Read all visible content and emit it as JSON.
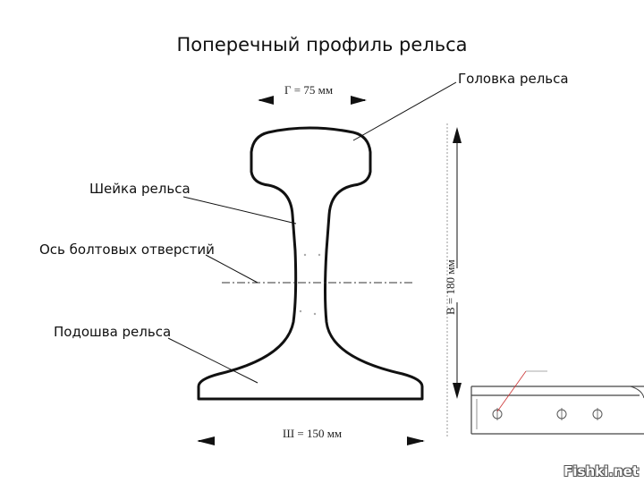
{
  "title": "Поперечный профиль рельса",
  "labels": {
    "head": "Головка рельса",
    "web": "Шейка рельса",
    "bolt_axis": "Ось болтовых отверстий",
    "base": "Подошва рельса"
  },
  "dimensions": {
    "head_width": "Г = 75 мм",
    "base_width": "Ш = 150 мм",
    "height": "В = 180 мм"
  },
  "watermark": "Fishki.net"
}
